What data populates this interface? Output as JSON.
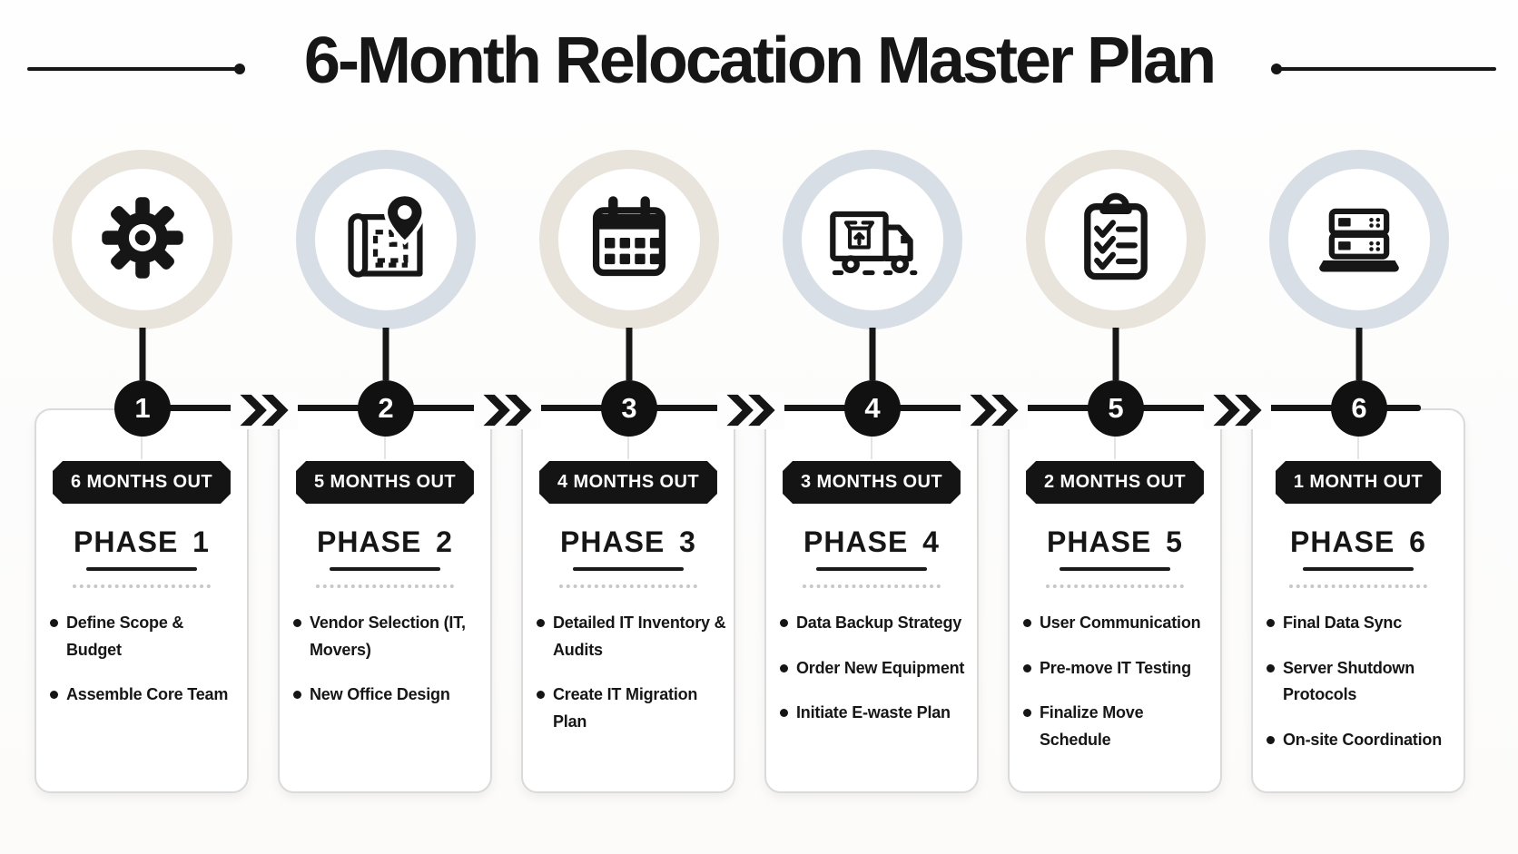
{
  "title": "6-Month Relocation Master Plan",
  "theme": {
    "ink": "#161616",
    "ring_beige": "#e8e4dc",
    "ring_bluegray": "#d7dee5",
    "card_border": "#dadada",
    "dotted_separator": "#c8c8c8"
  },
  "phases": [
    {
      "number": "1",
      "icon": "gear-icon",
      "ring_color": "#e8e4dc",
      "months_out": "6 MONTHS OUT",
      "phase": "PHASE 1",
      "items": [
        "Define Scope & Budget",
        "Assemble Core Team"
      ]
    },
    {
      "number": "2",
      "icon": "floor-plan-map-icon",
      "ring_color": "#d7dee5",
      "months_out": "5 MONTHS OUT",
      "phase": "PHASE 2",
      "items": [
        "Vendor Selection (IT, Movers)",
        "New Office Design"
      ]
    },
    {
      "number": "3",
      "icon": "calendar-icon",
      "ring_color": "#e8e4dc",
      "months_out": "4 MONTHS OUT",
      "phase": "PHASE 3",
      "items": [
        "Detailed IT Inventory & Audits",
        "Create IT Migration Plan"
      ]
    },
    {
      "number": "4",
      "icon": "moving-truck-icon",
      "ring_color": "#d7dee5",
      "months_out": "3 MONTHS OUT",
      "phase": "PHASE 4",
      "items": [
        "Data Backup Strategy",
        "Order New Equipment",
        "Initiate E-waste Plan"
      ]
    },
    {
      "number": "5",
      "icon": "checklist-clipboard-icon",
      "ring_color": "#e8e4dc",
      "months_out": "2 MONTHS OUT",
      "phase": "PHASE 5",
      "items": [
        "User Communication",
        "Pre-move IT Testing",
        "Finalize Move Schedule"
      ]
    },
    {
      "number": "6",
      "icon": "server-rack-icon",
      "ring_color": "#d7dee5",
      "months_out": "1 MONTH OUT",
      "phase": "PHASE 6",
      "items": [
        "Final Data Sync",
        "Server Shutdown Protocols",
        "On-site Coordination"
      ]
    }
  ]
}
